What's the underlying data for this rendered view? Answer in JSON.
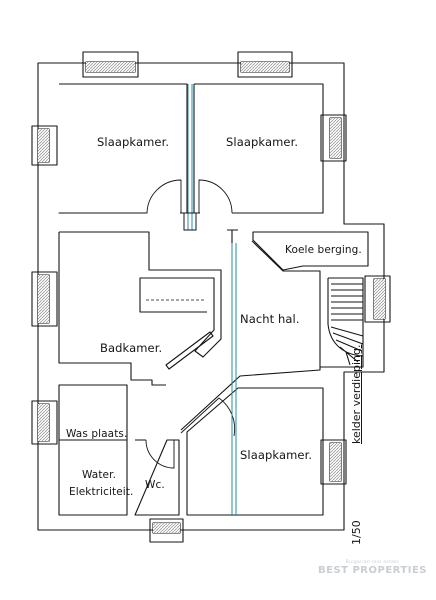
{
  "rooms": {
    "bedroom_top_left": "Slaapkamer.",
    "bedroom_top_right": "Slaapkamer.",
    "cold_storage": "Koele berging.",
    "night_hall": "Nacht hal.",
    "bathroom": "Badkamer.",
    "laundry": "Was plaats.",
    "utilities_line1": "Water.",
    "utilities_line2": "Elektriciteit.",
    "wc": "Wc.",
    "bedroom_bottom_right": "Slaapkamer."
  },
  "floor_title": "kelder verdieping.",
  "scale": "1/50",
  "watermark": {
    "tagline": "Bulgarian real estate",
    "brand": "BEST PROPERTIES"
  },
  "colors": {
    "ink": "#151515",
    "duct": "#2a8ea0",
    "vent_hatch": "#c0c0c0",
    "watermark": "#c8ced3"
  }
}
